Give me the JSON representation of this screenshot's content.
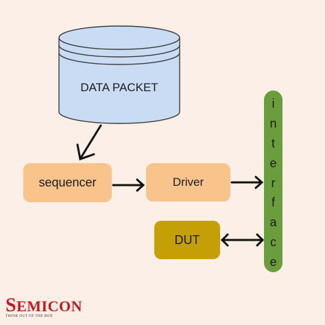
{
  "diagram": {
    "data_packet": "DATA PACKET",
    "sequencer": "sequencer",
    "driver": "Driver",
    "dut": "DUT",
    "interface_letters": [
      "i",
      "n",
      "t",
      "e",
      "r",
      "f",
      "a",
      "c",
      "e"
    ]
  },
  "logo": {
    "first_letter": "S",
    "rest": "EMICON",
    "tagline": "THINK OUT OF THE BOX"
  },
  "colors": {
    "background": "#fcefe7",
    "database": "#c9dcf3",
    "process_box": "#f9c48c",
    "dut_box": "#c4a006",
    "interface_bar": "#6a9e3d",
    "logo": "#c6181f"
  }
}
